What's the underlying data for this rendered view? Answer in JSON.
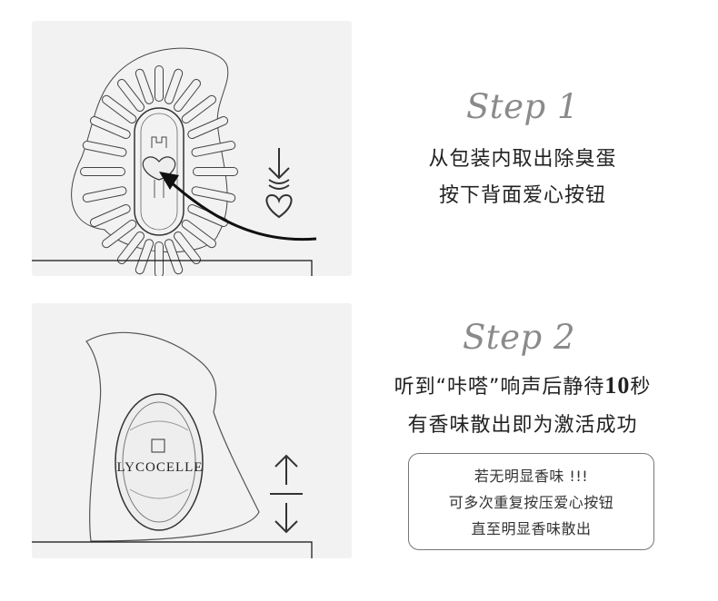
{
  "step1": {
    "title": "Step 1",
    "lines": [
      "从包装内取出除臭蛋",
      "按下背面爱心按钮"
    ]
  },
  "step2": {
    "title": "Step 2",
    "line1_prefix": "听到“咔嗒”响声后静待",
    "line1_number": "10",
    "line1_suffix": "秒",
    "line2": "有香味散出即为激活成功",
    "brand": "LYCOCELLE"
  },
  "note": {
    "lines": [
      "若无明显香味 !!!",
      "可多次重复按压爱心按钮",
      "直至明显香味散出"
    ]
  },
  "colors": {
    "panel_bg": "#f2f2f2",
    "step_title": "#8a8a8a",
    "text": "#222222"
  }
}
